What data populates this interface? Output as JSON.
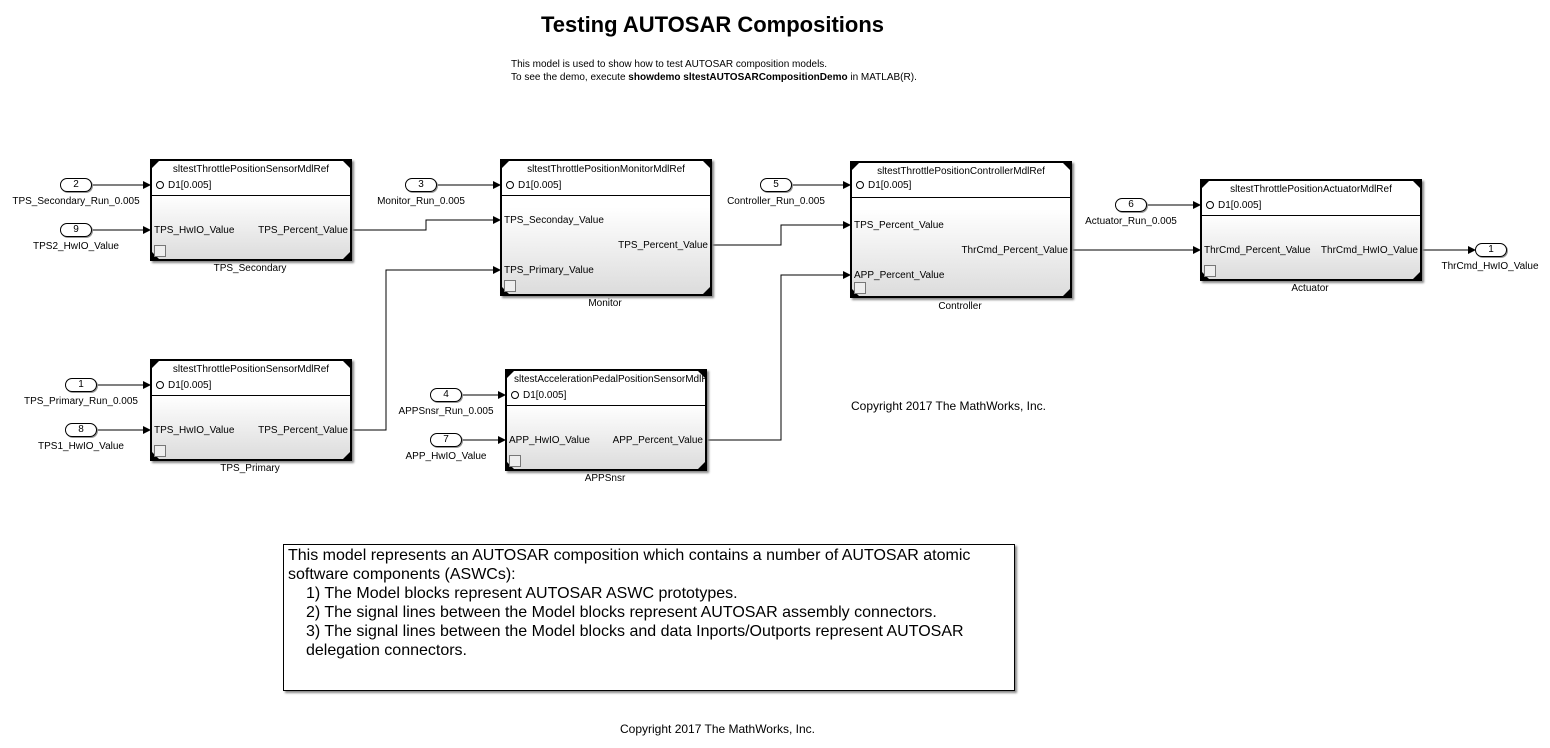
{
  "title": "Testing AUTOSAR Compositions",
  "description": {
    "line1": "This model is used to show how to test  AUTOSAR composition models.",
    "line2_prefix": "To see the demo, execute ",
    "line2_command": "showdemo sltestAUTOSARCompositionDemo",
    "line2_suffix": " in MATLAB(R)."
  },
  "ports": [
    {
      "number": "2",
      "label": "TPS_Secondary_Run_0.005"
    },
    {
      "number": "9",
      "label": "TPS2_HwIO_Value"
    },
    {
      "number": "1",
      "label": "TPS_Primary_Run_0.005"
    },
    {
      "number": "8",
      "label": "TPS1_HwIO_Value"
    },
    {
      "number": "3",
      "label": "Monitor_Run_0.005"
    },
    {
      "number": "4",
      "label": "APPSnsr_Run_0.005"
    },
    {
      "number": "7",
      "label": "APP_HwIO_Value"
    },
    {
      "number": "5",
      "label": "Controller_Run_0.005"
    },
    {
      "number": "6",
      "label": "Actuator_Run_0.005"
    },
    {
      "number": "1",
      "label": "ThrCmd_HwIO_Value"
    }
  ],
  "blocks": {
    "tps_secondary": {
      "model": "sltestThrottlePositionSensorMdlRef",
      "rate": "D1[0.005]",
      "inputs": [
        "TPS_HwIO_Value"
      ],
      "outputs": [
        "TPS_Percent_Value"
      ],
      "label": "TPS_Secondary"
    },
    "tps_primary": {
      "model": "sltestThrottlePositionSensorMdlRef",
      "rate": "D1[0.005]",
      "inputs": [
        "TPS_HwIO_Value"
      ],
      "outputs": [
        "TPS_Percent_Value"
      ],
      "label": "TPS_Primary"
    },
    "monitor": {
      "model": "sltestThrottlePositionMonitorMdlRef",
      "rate": "D1[0.005]",
      "inputs": [
        "TPS_Seconday_Value",
        "TPS_Primary_Value"
      ],
      "outputs": [
        "TPS_Percent_Value"
      ],
      "label": "Monitor"
    },
    "appsnsr": {
      "model": "sltestAccelerationPedalPositionSensorMdlRef",
      "rate": "D1[0.005]",
      "inputs": [
        "APP_HwIO_Value"
      ],
      "outputs": [
        "APP_Percent_Value"
      ],
      "label": "APPSnsr"
    },
    "controller": {
      "model": "sltestThrottlePositionControllerMdlRef",
      "rate": "D1[0.005]",
      "inputs": [
        "TPS_Percent_Value",
        "APP_Percent_Value"
      ],
      "outputs": [
        "ThrCmd_Percent_Value"
      ],
      "label": "Controller"
    },
    "actuator": {
      "model": "sltestThrottlePositionActuatorMdlRef",
      "rate": "D1[0.005]",
      "inputs": [
        "ThrCmd_Percent_Value"
      ],
      "outputs": [
        "ThrCmd_HwIO_Value"
      ],
      "label": "Actuator"
    }
  },
  "copyright_inner": "Copyright 2017 The MathWorks, Inc.",
  "copyright_footer": "Copyright 2017 The MathWorks, Inc.",
  "annotation": {
    "intro": "This model represents an AUTOSAR composition which contains a number of AUTOSAR atomic software components (ASWCs):",
    "items": [
      "1) The Model blocks represent AUTOSAR ASWC prototypes.",
      "2) The signal lines between the Model blocks represent AUTOSAR assembly connectors.",
      "3) The signal lines between the Model blocks and data Inports/Outports represent AUTOSAR delegation connectors."
    ]
  }
}
